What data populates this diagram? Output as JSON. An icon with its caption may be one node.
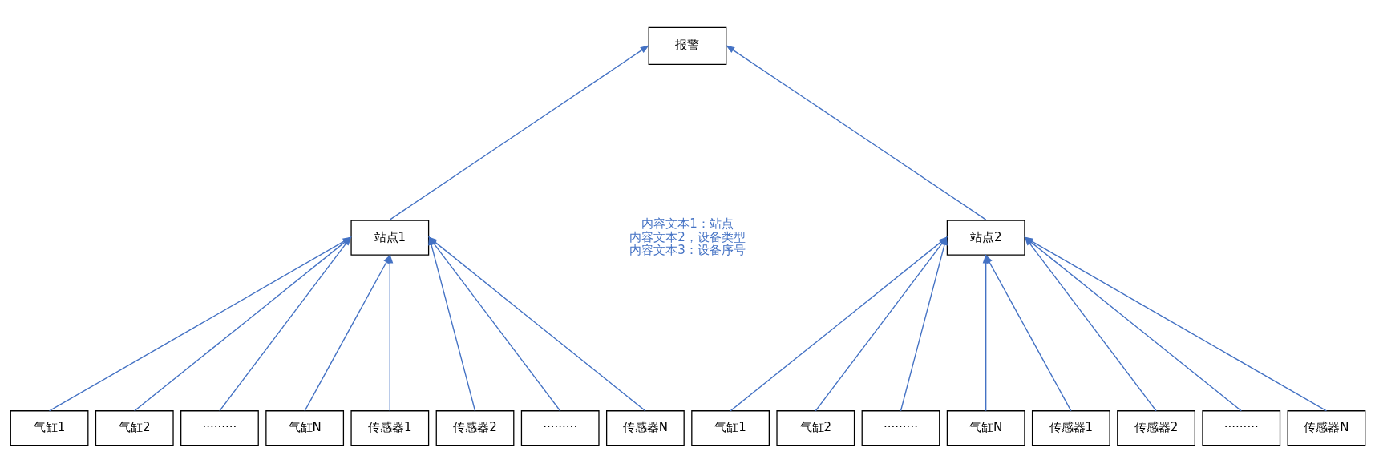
{
  "diagram": {
    "nodes": [
      {
        "text": [
          "报警"
        ]
      },
      {
        "text": [
          "站点1"
        ]
      },
      {
        "text": [
          "站点2"
        ]
      },
      {
        "text": [
          "气缸1"
        ]
      },
      {
        "text": [
          "气缸2"
        ]
      },
      {
        "text": [
          "·········"
        ]
      },
      {
        "text": [
          "气缸N"
        ]
      },
      {
        "text": [
          "传感器1"
        ]
      },
      {
        "text": [
          "传感器2"
        ]
      },
      {
        "text": [
          "·········"
        ]
      },
      {
        "text": [
          "传感器N"
        ]
      },
      {
        "text": [
          "气缸1"
        ]
      },
      {
        "text": [
          "气缸2"
        ]
      },
      {
        "text": [
          "·········"
        ]
      },
      {
        "text": [
          "气缸N"
        ]
      },
      {
        "text": [
          "传感器1"
        ]
      },
      {
        "text": [
          "传感器2"
        ]
      },
      {
        "text": [
          "·········"
        ]
      },
      {
        "text": [
          "传感器N"
        ]
      }
    ],
    "edges": [
      {
        "from": 1,
        "to": 0,
        "arrow": "to"
      },
      {
        "from": 2,
        "to": 0,
        "arrow": "to"
      },
      {
        "from": 3,
        "to": 1,
        "arrow": "to"
      },
      {
        "from": 4,
        "to": 1,
        "arrow": "to"
      },
      {
        "from": 5,
        "to": 1,
        "arrow": "to"
      },
      {
        "from": 6,
        "to": 1,
        "arrow": "to"
      },
      {
        "from": 7,
        "to": 1,
        "arrow": "to"
      },
      {
        "from": 8,
        "to": 1,
        "arrow": "to"
      },
      {
        "from": 9,
        "to": 1,
        "arrow": "to"
      },
      {
        "from": 10,
        "to": 1,
        "arrow": "to"
      },
      {
        "from": 11,
        "to": 2,
        "arrow": "to"
      },
      {
        "from": 12,
        "to": 2,
        "arrow": "to"
      },
      {
        "from": 13,
        "to": 2,
        "arrow": "to"
      },
      {
        "from": 14,
        "to": 2,
        "arrow": "to"
      },
      {
        "from": 15,
        "to": 2,
        "arrow": "to"
      },
      {
        "from": 16,
        "to": 2,
        "arrow": "to"
      },
      {
        "from": 17,
        "to": 2,
        "arrow": "to"
      },
      {
        "from": 18,
        "to": 2,
        "arrow": "to"
      }
    ],
    "labels": [
      "内容文本1：站点",
      "内容文本2，设备类型",
      "内容文本3：设备序号"
    ]
  }
}
